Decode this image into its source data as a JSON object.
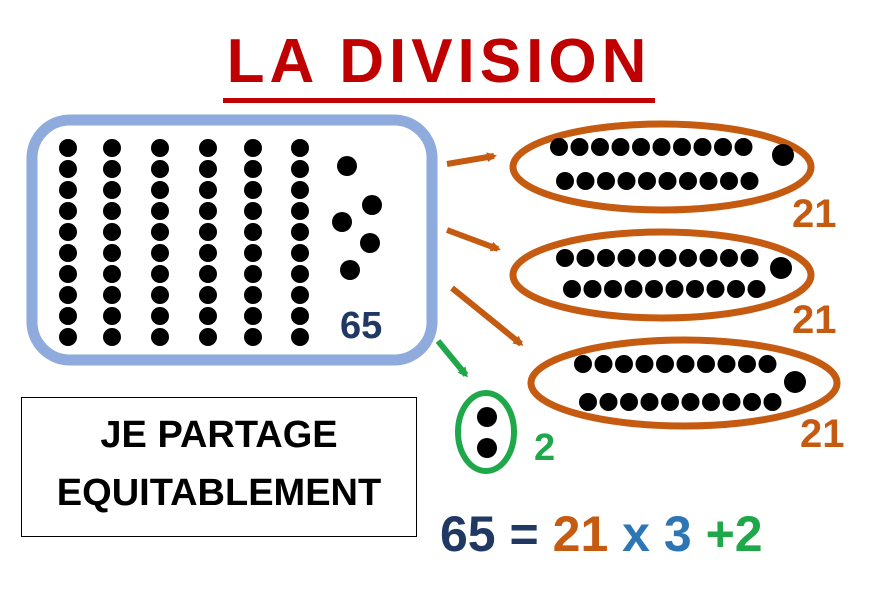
{
  "title": "LA DIVISION",
  "total": "65",
  "groups": [
    {
      "count": "21",
      "color": "#c55a11"
    },
    {
      "count": "21",
      "color": "#c55a11"
    },
    {
      "count": "21",
      "color": "#c55a11"
    }
  ],
  "remainder": {
    "count": "2",
    "color": "#1fa84a"
  },
  "caption": {
    "line1": "JE PARTAGE",
    "line2": "EQUITABLEMENT"
  },
  "equation": {
    "total": "65",
    "eq": "=",
    "quotient": "21",
    "times": "x",
    "divisor": "3",
    "plus_remainder": "+2"
  },
  "colors": {
    "title": "#c00000",
    "source_frame": "#8faadc",
    "group_frame": "#c55a11",
    "remainder": "#1fa84a",
    "total_text": "#1f3864",
    "divisor_text": "#2e75b6"
  }
}
